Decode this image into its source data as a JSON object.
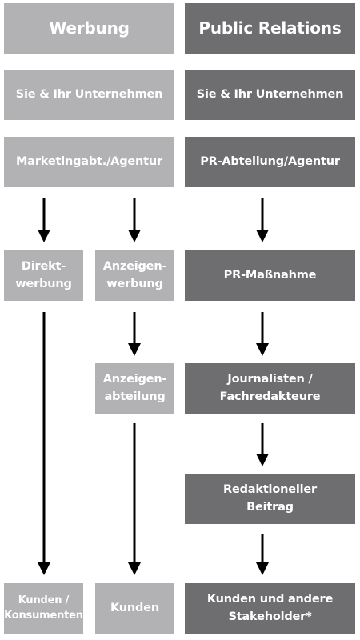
{
  "werbung": {
    "header": "Werbung",
    "company": "Sie & Ihr Unternehmen",
    "agency": "Marketingabt./Agentur",
    "direct": "Direkt-\nwerbung",
    "ads": "Anzeigen-\nwerbung",
    "ad_dept": "Anzeigen-\nabteilung",
    "customers_direct": "Kunden /\nKonsumenten",
    "customers_ads": "Kunden"
  },
  "pr": {
    "header": "Public Relations",
    "company": "Sie & Ihr Unternehmen",
    "department": "PR-Abteilung/Agentur",
    "measure": "PR-Maßnahme",
    "journalists": "Journalisten /\nFachredakteure",
    "editorial": "Redaktioneller\nBeitrag",
    "customers": "Kunden und andere\nStakeholder*"
  },
  "colors": {
    "werbung_fill": "#b2b2b4",
    "pr_fill": "#6e6e70",
    "arrow": "#000000",
    "text": "#ffffff"
  }
}
